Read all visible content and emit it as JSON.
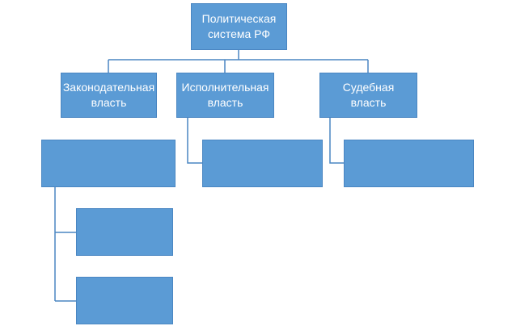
{
  "nodes": {
    "root": "Политическая\nсистема РФ",
    "legislative": "Законодательная\nвласть",
    "executive": "Исполнительная\nвласть",
    "judicial": "Судебная\nвласть",
    "legislative_child_1": "",
    "executive_child_1": "",
    "judicial_child_1": "",
    "legislative_child_2": "",
    "legislative_child_3": ""
  },
  "colors": {
    "node_fill": "#5b9bd5",
    "node_border": "#4a86c2",
    "connector": "#4a86c2",
    "text": "#ffffff"
  }
}
